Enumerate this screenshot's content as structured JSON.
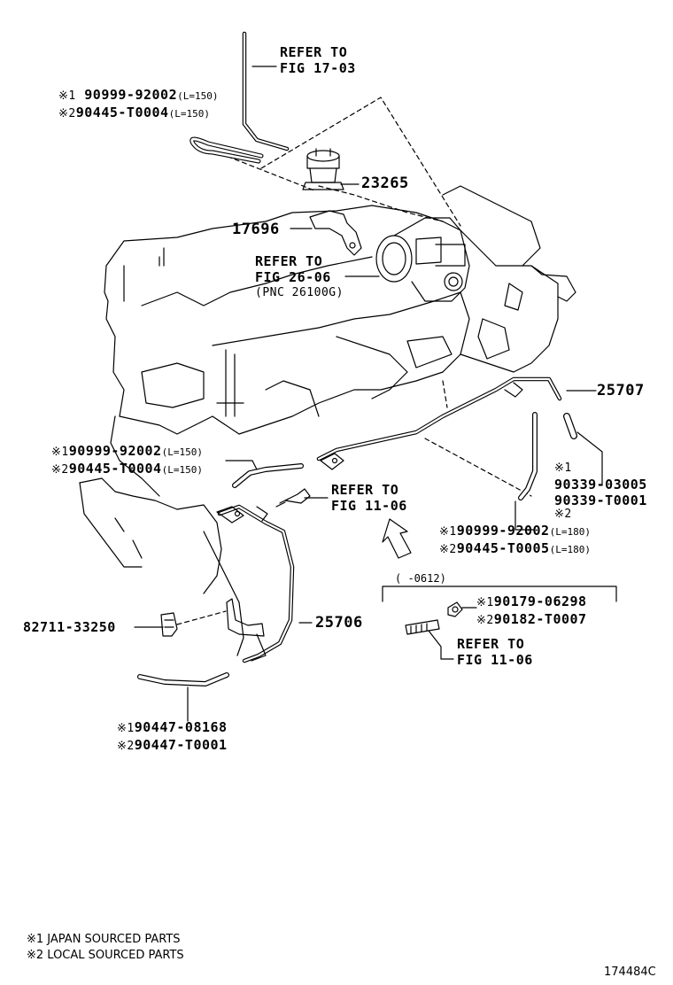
{
  "labels": {
    "refer_1703": [
      "REFER TO",
      "FIG 17-03"
    ],
    "top_hose": [
      {
        "mark": "※1",
        "part": "90999-92002",
        "len": "(L=150)"
      },
      {
        "mark": "※2",
        "part": "90445-T0004",
        "len": "(L=150)"
      }
    ],
    "p23265": "23265",
    "p17696": "17696",
    "refer_2606": [
      "REFER TO",
      "FIG 26-06",
      "(PNC 26100G)"
    ],
    "p25707": "25707",
    "mid_hose": [
      {
        "mark": "※1",
        "part": "90999-92002",
        "len": "(L=150)"
      },
      {
        "mark": "※2",
        "part": "90445-T0004",
        "len": "(L=150)"
      }
    ],
    "right_parts": {
      "mark1": "※1",
      "mark2": "※2",
      "part1": "90339-03005",
      "part2": "90339-T0001"
    },
    "refer_1106a": [
      "REFER TO",
      "FIG 11-06"
    ],
    "right_hose": [
      {
        "mark": "※1",
        "part": "90999-92002",
        "len": "(L=180)"
      },
      {
        "mark": "※2",
        "part": "90445-T0005",
        "len": "(L=180)"
      }
    ],
    "date_range": "(      -0612)",
    "stud_parts": [
      {
        "mark": "※1",
        "part": "90179-06298"
      },
      {
        "mark": "※2",
        "part": "90182-T0007"
      }
    ],
    "refer_1106b": [
      "REFER TO",
      "FIG 11-06"
    ],
    "p82711": "82711-33250",
    "p25706": "25706",
    "bottom_hose": [
      {
        "mark": "※1",
        "part": "90447-08168"
      },
      {
        "mark": "※2",
        "part": "90447-T0001"
      }
    ]
  },
  "legend": [
    "※1 JAPAN SOURCED PARTS",
    "※2 LOCAL SOURCED PARTS"
  ],
  "figure_number": "174484C"
}
